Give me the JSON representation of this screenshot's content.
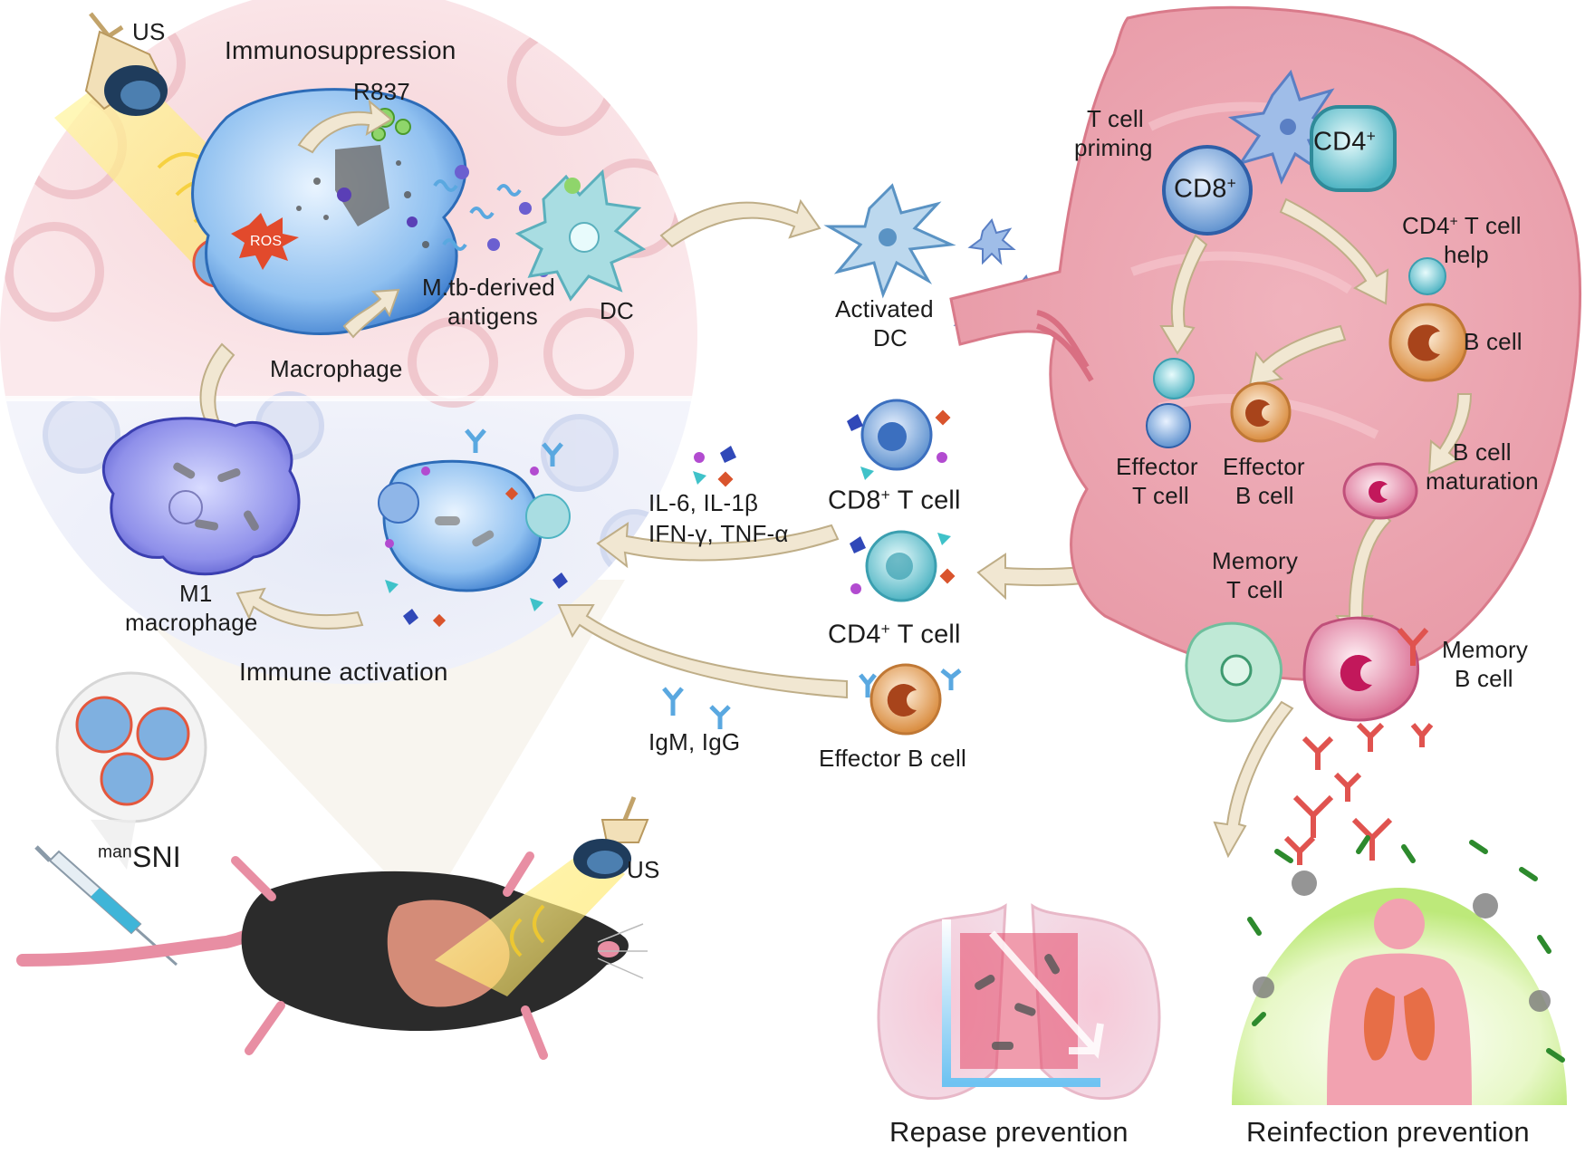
{
  "panel_left": {
    "us_top": "US",
    "immunosuppression": "Immunosuppression",
    "r837": "R837",
    "ros": "ROS",
    "antigens": [
      "M.tb-derived",
      "antigens"
    ],
    "dc": "DC",
    "macrophage": "Macrophage",
    "m1": [
      "M1",
      "macrophage"
    ],
    "immune_activation": "Immune activation"
  },
  "injection": {
    "sni_sup": "man",
    "sni": "SNI",
    "us_mouse": "US"
  },
  "center": {
    "activated_dc": [
      "Activated",
      "DC"
    ],
    "cytokines_1": "IL-6,  IL-1β",
    "cytokines_2": "IFN-γ,  TNF-α",
    "cd8_label": "CD8",
    "cd8_suffix": " T cell",
    "cd4_label": "CD4",
    "cd4_suffix": " T cell",
    "antibodies": "IgM,  IgG",
    "effector_b": "Effector B cell",
    "plus": "+"
  },
  "lymph_node": {
    "t_cell_priming": [
      "T cell",
      "priming"
    ],
    "cd8": "CD8",
    "cd4": "CD4",
    "cd4_help_1": "T cell",
    "cd4_help_2": "help",
    "b_cell": "B cell",
    "b_maturation": [
      "B cell",
      "maturation"
    ],
    "effector_t": [
      "Effector",
      "T cell"
    ],
    "effector_b": [
      "Effector",
      "B cell"
    ],
    "memory_t": [
      "Memory",
      "T cell"
    ],
    "memory_b": [
      "Memory",
      "B cell"
    ]
  },
  "outcomes": {
    "relapse": "Repase prevention",
    "reinfection": "Reinfection prevention"
  },
  "colors": {
    "pink_tissue": "#f3c4cb",
    "blue_cell": "#8fb6e8",
    "dc_teal": "#a9dde2",
    "b_cell_orange": "#e7a35a",
    "memory_b_pink": "#e78aa8",
    "antibody_red": "#e0534f",
    "arrow_beige": "#f1e7d2"
  }
}
